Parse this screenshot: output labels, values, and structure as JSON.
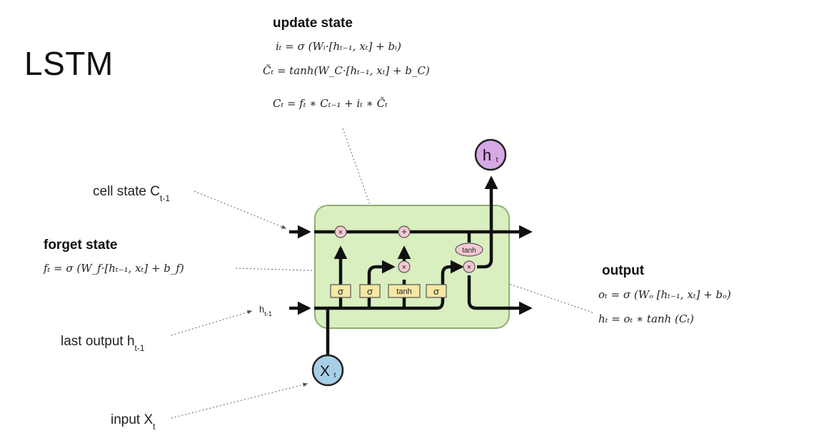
{
  "title": "LSTM",
  "update": {
    "heading": "update state",
    "eq_i": "iₜ = σ (Wᵢ·[hₜ₋₁, xₜ]  +  bᵢ)",
    "eq_c_tilde": "C̃ₜ = tanh(W_C·[hₜ₋₁, xₜ]  +  b_C)",
    "eq_c": "Cₜ = fₜ ∗ Cₜ₋₁ + iₜ ∗ C̃ₜ"
  },
  "forget": {
    "heading": "forget state",
    "eq_f": "fₜ = σ (W_f·[hₜ₋₁, xₜ]  +  b_f)"
  },
  "output": {
    "heading": "output",
    "eq_o": "oₜ = σ (Wₒ [hₜ₋₁, xₜ]  +  bₒ)",
    "eq_h": "hₜ = oₜ ∗ tanh (Cₜ)"
  },
  "labels": {
    "cell_state": "cell state C",
    "cell_state_sub": "t-1",
    "last_output": "last output h",
    "last_output_sub": "t-1",
    "input": "input X",
    "input_sub": "t",
    "h_prev": "h",
    "h_prev_sub": "t-1"
  },
  "diagram": {
    "output_node": "h",
    "output_node_sub": "t",
    "input_node": "X",
    "input_node_sub": "t",
    "sigma": "σ",
    "tanh": "tanh",
    "multiply": "×",
    "add": "+"
  },
  "colors": {
    "cell_fill": "#d9efc0",
    "cell_stroke": "#8fae6f",
    "gate_fill": "#f6e7a3",
    "op_fill": "#f3c9d3",
    "h_node": "#d7a8e6",
    "x_node": "#a9cfe8"
  }
}
